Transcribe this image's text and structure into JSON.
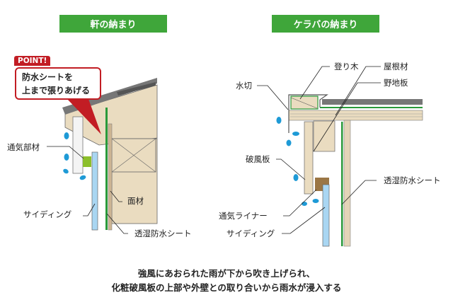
{
  "left_panel": {
    "title": "軒の納まり",
    "point_tag": "POINT!",
    "point_text_line1": "防水シートを",
    "point_text_line2": "上まで張りあげる",
    "labels": {
      "vent": "通気部材",
      "panel": "面材",
      "siding": "サイディング",
      "sheet": "透湿防水シート"
    }
  },
  "right_panel": {
    "title": "ケラバの納まり",
    "labels": {
      "noboriki": "登り木",
      "roof": "屋根材",
      "sheathing": "野地板",
      "flashing": "水切",
      "bargeboard": "破風板",
      "sheet": "透湿防水シート",
      "liner": "通気ライナー",
      "siding": "サイディング"
    }
  },
  "caption": {
    "line1": "強風にあおられた雨が下から吹き上げられ、",
    "line2": "化粧破風板の上部や外壁との取り合いから雨水が浸入する"
  },
  "colors": {
    "header_green": "#3fa63a",
    "point_red": "#c21d24",
    "wood": "#eadcc0",
    "sheet_green": "#2a9a3a",
    "siding_blue": "#a9d6f2",
    "drop_blue": "#1e9ad6"
  }
}
